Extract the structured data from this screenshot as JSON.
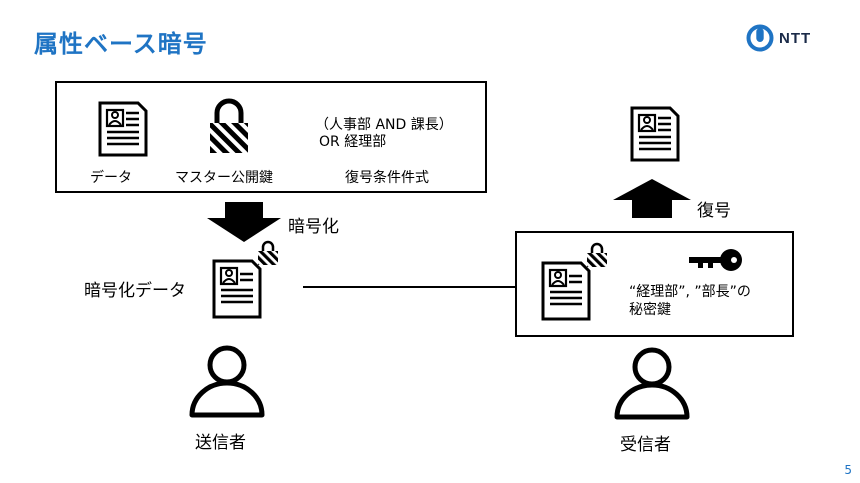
{
  "title": "属性ベース暗号",
  "logo": {
    "text": "NTT",
    "color": "#1f74c4"
  },
  "sender_box": {
    "data_label": "データ",
    "master_key_label": "マスター公開鍵",
    "condition_line1": "（人事部 AND 課長）",
    "condition_line2": "OR 経理部",
    "condition_label": "復号条件件式"
  },
  "encrypt_label": "暗号化",
  "encrypted_data_label": "暗号化データ",
  "sender_label": "送信者",
  "receiver_box": {
    "key_attributes": "“経理部”, ”部長”の",
    "secret_key_label": "秘密鍵"
  },
  "decrypt_label": "復号",
  "receiver_label": "受信者",
  "page_number": "5",
  "colors": {
    "accent": "#1f74c4",
    "ink": "#000000"
  }
}
